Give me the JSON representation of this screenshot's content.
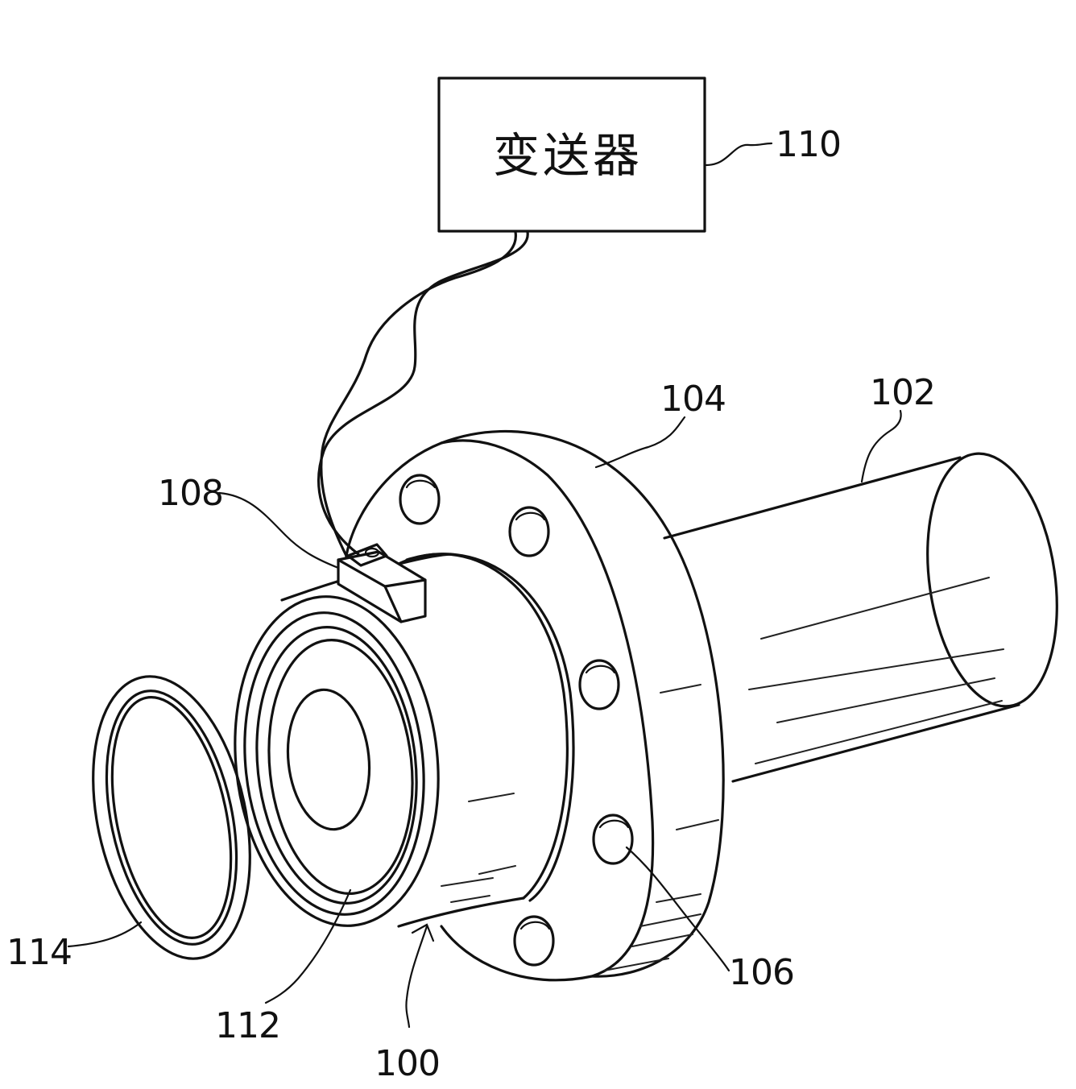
{
  "labels": {
    "transmitter_text": "变送器",
    "ref_110": "110",
    "ref_104": "104",
    "ref_102": "102",
    "ref_108": "108",
    "ref_114": "114",
    "ref_112": "112",
    "ref_100": "100",
    "ref_106": "106"
  },
  "colors": {
    "line": "#111111",
    "background": "#ffffff"
  }
}
